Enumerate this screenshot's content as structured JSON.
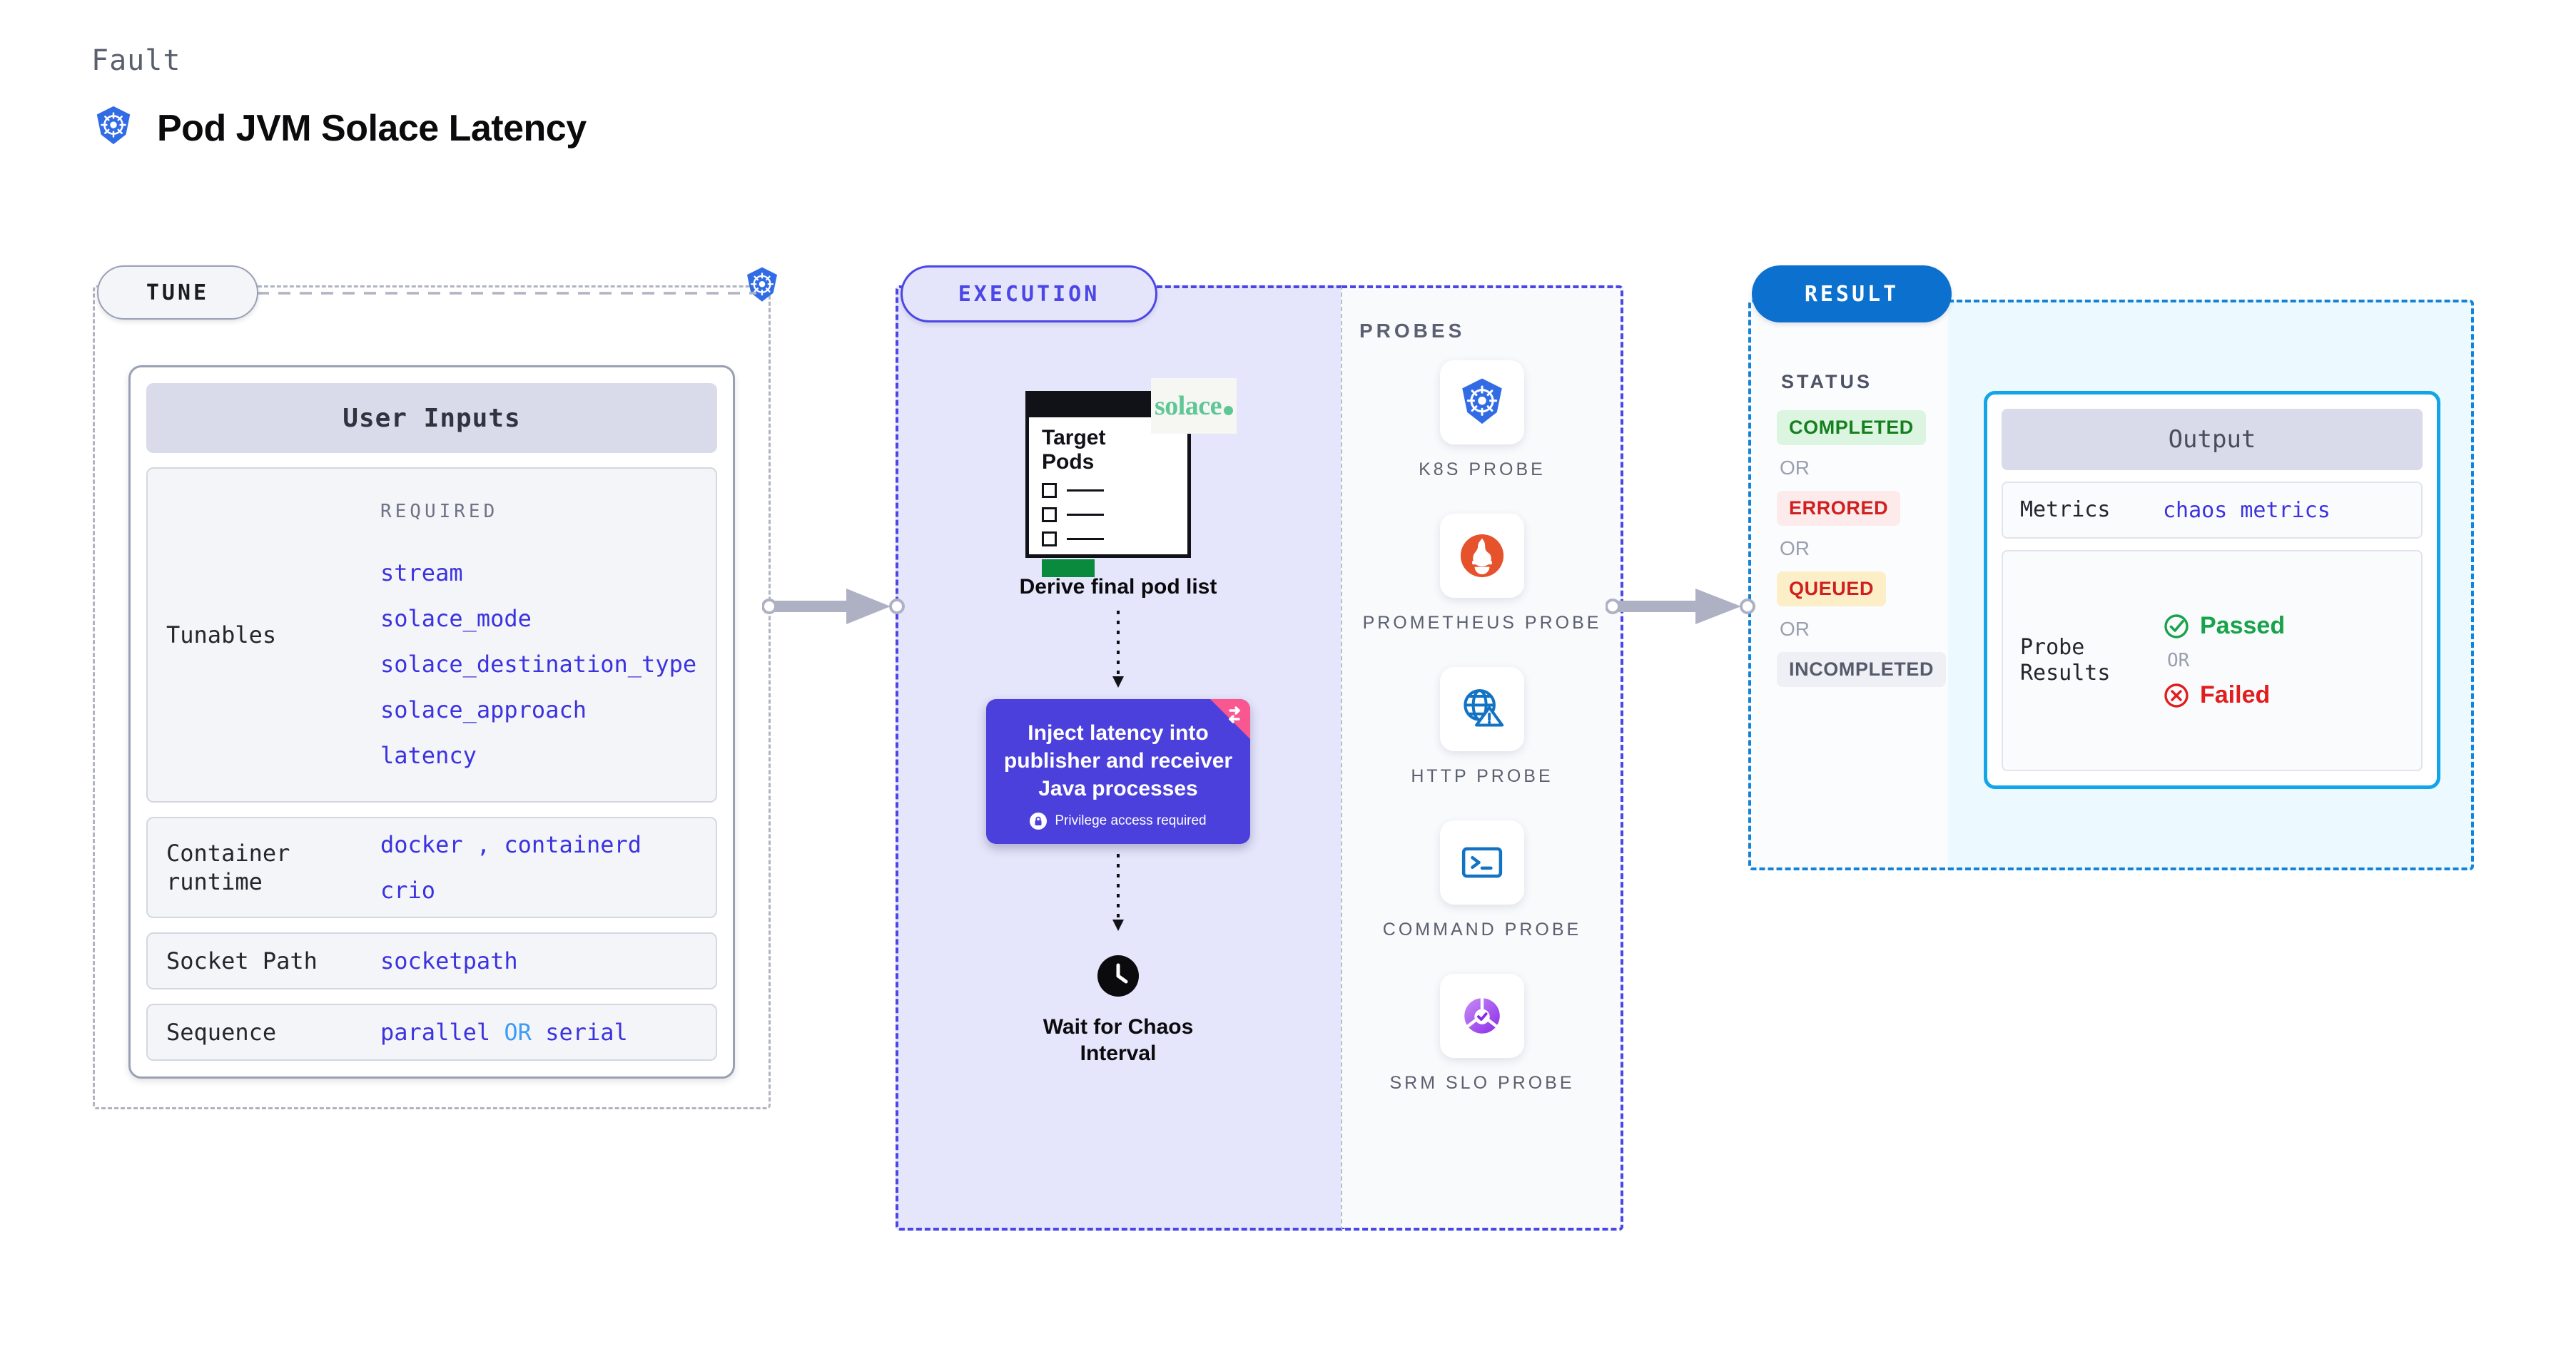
{
  "header": {
    "fault_label": "Fault",
    "title": "Pod JVM Solace Latency",
    "icon": "kubernetes-icon"
  },
  "tune": {
    "pill_label": "TUNE",
    "badge_icon": "kubernetes-icon",
    "card_header": "User Inputs",
    "required_label": "REQUIRED",
    "tunables": {
      "label": "Tunables",
      "values": [
        "stream",
        "solace_mode",
        "solace_destination_type",
        "solace_approach",
        "latency"
      ]
    },
    "container_runtime": {
      "label": "Container runtime",
      "line1_a": "docker",
      "line1_sep": ",",
      "line1_b": "containerd",
      "line2": "crio"
    },
    "socket_path": {
      "label": "Socket Path",
      "value": "socketpath"
    },
    "sequence": {
      "label": "Sequence",
      "value_a": "parallel",
      "or": "OR",
      "value_b": "serial"
    }
  },
  "execution": {
    "pill_label": "EXECUTION",
    "target_pods": {
      "title_line1": "Target",
      "title_line2": "Pods",
      "logo_text": "solace",
      "logo_icon": "solace-logo"
    },
    "derive_caption": "Derive final pod list",
    "inject": {
      "text": "Inject latency into publisher and receiver Java processes",
      "privilege_note": "Privilege access required",
      "privilege_icon": "lock-icon",
      "ribbon_icon": "swap-ribbon-icon",
      "color": "#4b40dc"
    },
    "wait": {
      "icon": "clock-icon",
      "caption_line1": "Wait for Chaos",
      "caption_line2": "Interval"
    }
  },
  "probes": {
    "title": "PROBES",
    "items": [
      {
        "label": "K8S PROBE",
        "icon": "kubernetes-icon"
      },
      {
        "label": "PROMETHEUS PROBE",
        "icon": "prometheus-icon"
      },
      {
        "label": "HTTP PROBE",
        "icon": "http-globe-warning-icon"
      },
      {
        "label": "COMMAND PROBE",
        "icon": "terminal-icon"
      },
      {
        "label": "SRM SLO PROBE",
        "icon": "srm-slo-icon"
      }
    ]
  },
  "result": {
    "pill_label": "RESULT",
    "status_title": "STATUS",
    "or_label": "OR",
    "statuses": [
      {
        "label": "COMPLETED",
        "bg": "#dcf5e0",
        "fg": "#16801f"
      },
      {
        "label": "ERRORED",
        "bg": "#fdeaea",
        "fg": "#cf1f1f"
      },
      {
        "label": "QUEUED",
        "bg": "#fcefc7",
        "fg": "#cf1f1f"
      },
      {
        "label": "INCOMPLETED",
        "bg": "#eef0f5",
        "fg": "#555b6b"
      }
    ]
  },
  "output": {
    "header": "Output",
    "metrics": {
      "label": "Metrics",
      "value": "chaos metrics"
    },
    "probe_results": {
      "label_line1": "Probe",
      "label_line2": "Results",
      "passed": "Passed",
      "failed": "Failed",
      "or": "OR",
      "passed_icon": "check-circle-icon",
      "failed_icon": "x-circle-icon"
    }
  }
}
